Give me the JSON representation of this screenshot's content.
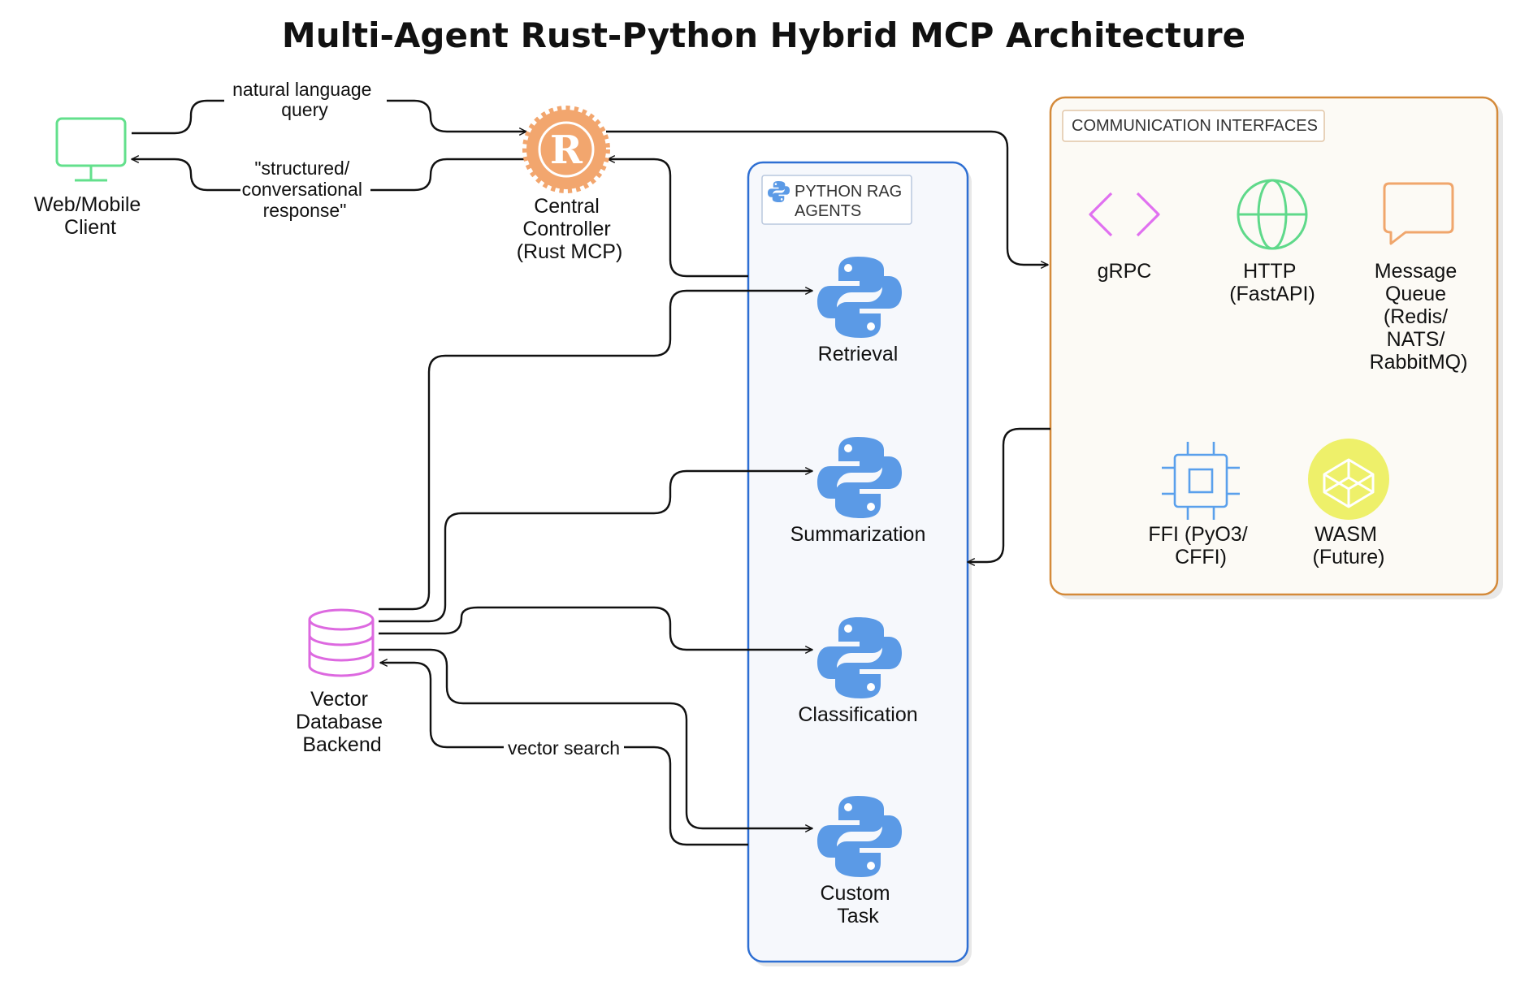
{
  "title": "Multi-Agent Rust-Python Hybrid MCP Architecture",
  "nodes": {
    "client": [
      "Web/Mobile",
      "Client"
    ],
    "controller": [
      "Central",
      "Controller",
      "(Rust MCP)"
    ],
    "vector_db": [
      "Vector",
      "Database",
      "Backend"
    ]
  },
  "python_group": {
    "header": [
      "PYTHON RAG",
      "AGENTS"
    ],
    "agents": {
      "retrieval": [
        "Retrieval"
      ],
      "summarization": [
        "Summarization"
      ],
      "classification": [
        "Classification"
      ],
      "custom": [
        "Custom",
        "Task"
      ]
    }
  },
  "comm_group": {
    "header": "COMMUNICATION INTERFACES",
    "items": {
      "grpc": [
        "gRPC"
      ],
      "http": [
        "HTTP",
        "(FastAPI)"
      ],
      "mq": [
        "Message",
        "Queue",
        "(Redis/",
        "NATS/",
        "RabbitMQ)"
      ],
      "ffi": [
        "FFI (PyO3/",
        "CFFI)"
      ],
      "wasm": [
        "WASM",
        "(Future)"
      ]
    }
  },
  "edges": {
    "query": [
      "natural language",
      "query"
    ],
    "response": [
      "\"structured/",
      "conversational",
      "response\""
    ],
    "vector_search": [
      "vector search"
    ]
  },
  "colors": {
    "python_blue": "#5b9ae6",
    "rust_orange": "#f2a66e",
    "client_green": "#63e08c",
    "db_pink": "#dd69e0",
    "grpc_purple": "#e070f0",
    "http_green": "#5fd98a",
    "mq_orange": "#f0a66c",
    "ffi_blue": "#5aa0ec",
    "wasm_yellow": "#eef06a",
    "group_blue_border": "#2e6fd3",
    "group_orange_border": "#d48a3a"
  },
  "icons": {
    "client": "monitor-icon",
    "controller": "rust-gear-icon",
    "vector_db": "database-icon",
    "agents": "python-logo-icon",
    "grpc": "code-brackets-icon",
    "http": "globe-icon",
    "mq": "chat-bubble-icon",
    "ffi": "chip-icon",
    "wasm": "codepen-cube-icon"
  }
}
